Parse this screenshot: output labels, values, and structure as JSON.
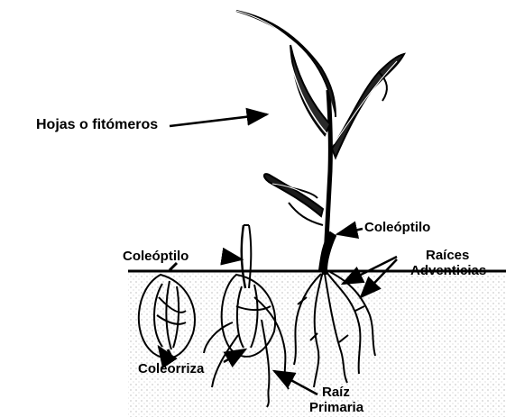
{
  "labels": {
    "leaves": "Hojas o fitómeros",
    "coleoptile_right": "Coleóptilo",
    "coleoptile_left": "Coleóptilo",
    "adventitious_line1": "Raíces",
    "adventitious_line2": "Adventicias",
    "coleorhiza": "Coleorriza",
    "primary_root_line1": "Raíz",
    "primary_root_line2": "Primaria"
  },
  "colors": {
    "ink": "#000000",
    "background": "#ffffff",
    "soil": "#d8d8d8"
  }
}
